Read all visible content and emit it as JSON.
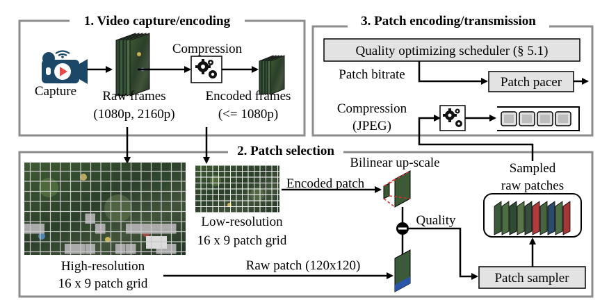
{
  "section1": {
    "title": "1. Video capture/encoding",
    "capture_label": "Capture",
    "raw_frames_label": "Raw frames",
    "raw_frames_res": "(1080p, 2160p)",
    "compression_label": "Compression",
    "encoded_frames_label": "Encoded frames",
    "encoded_frames_res": "(<= 1080p)"
  },
  "section2": {
    "title": "2. Patch selection",
    "high_res_label_1": "High-resolution",
    "high_res_label_2": "16 x 9 patch grid",
    "low_res_label_1": "Low-resolution",
    "low_res_label_2": "16 x 9 patch grid",
    "encoded_patch_label": "Encoded patch",
    "bilinear_label": "Bilinear up-scale",
    "quality_label": "Quality",
    "raw_patch_label": "Raw patch (120x120)",
    "sampled_label_1": "Sampled",
    "sampled_label_2": "raw patches",
    "patch_sampler_label": "Patch sampler"
  },
  "section3": {
    "title": "3. Patch encoding/transmission",
    "scheduler_label": "Quality optimizing scheduler (§ 5.1)",
    "patch_bitrate_label": "Patch bitrate",
    "patch_pacer_label": "Patch pacer",
    "compression_label": "Compression",
    "jpeg_label": "(JPEG)"
  },
  "icons": {
    "camera": "video-camera-icon",
    "gears": "gears-icon",
    "minus": "minus-circle-icon"
  }
}
